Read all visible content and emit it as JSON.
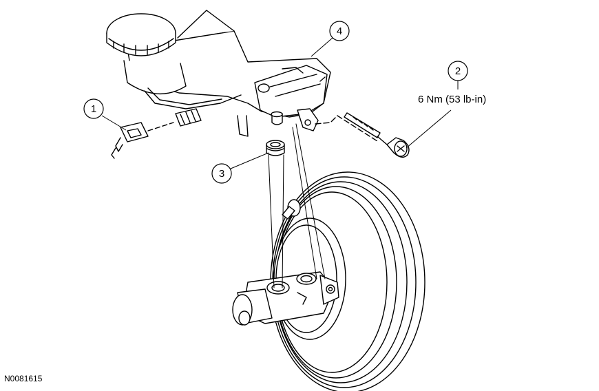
{
  "figure_id": "N0081615",
  "callouts": [
    {
      "number": "1"
    },
    {
      "number": "2",
      "torque": "6 Nm (53 lb-in)"
    },
    {
      "number": "3"
    },
    {
      "number": "4"
    }
  ]
}
